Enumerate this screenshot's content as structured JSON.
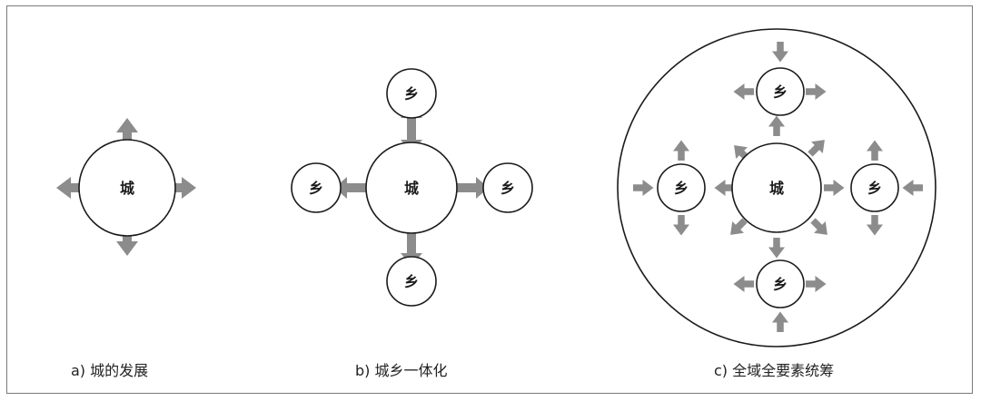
{
  "labels": {
    "city": "城",
    "village": "乡"
  },
  "captions": {
    "a": "a) 城的发展",
    "b": "b) 城乡一体化",
    "c": "c) 全域全要素统筹"
  },
  "colors": {
    "arrow": "#8c8c8c",
    "outline": "#1a1a1a"
  }
}
